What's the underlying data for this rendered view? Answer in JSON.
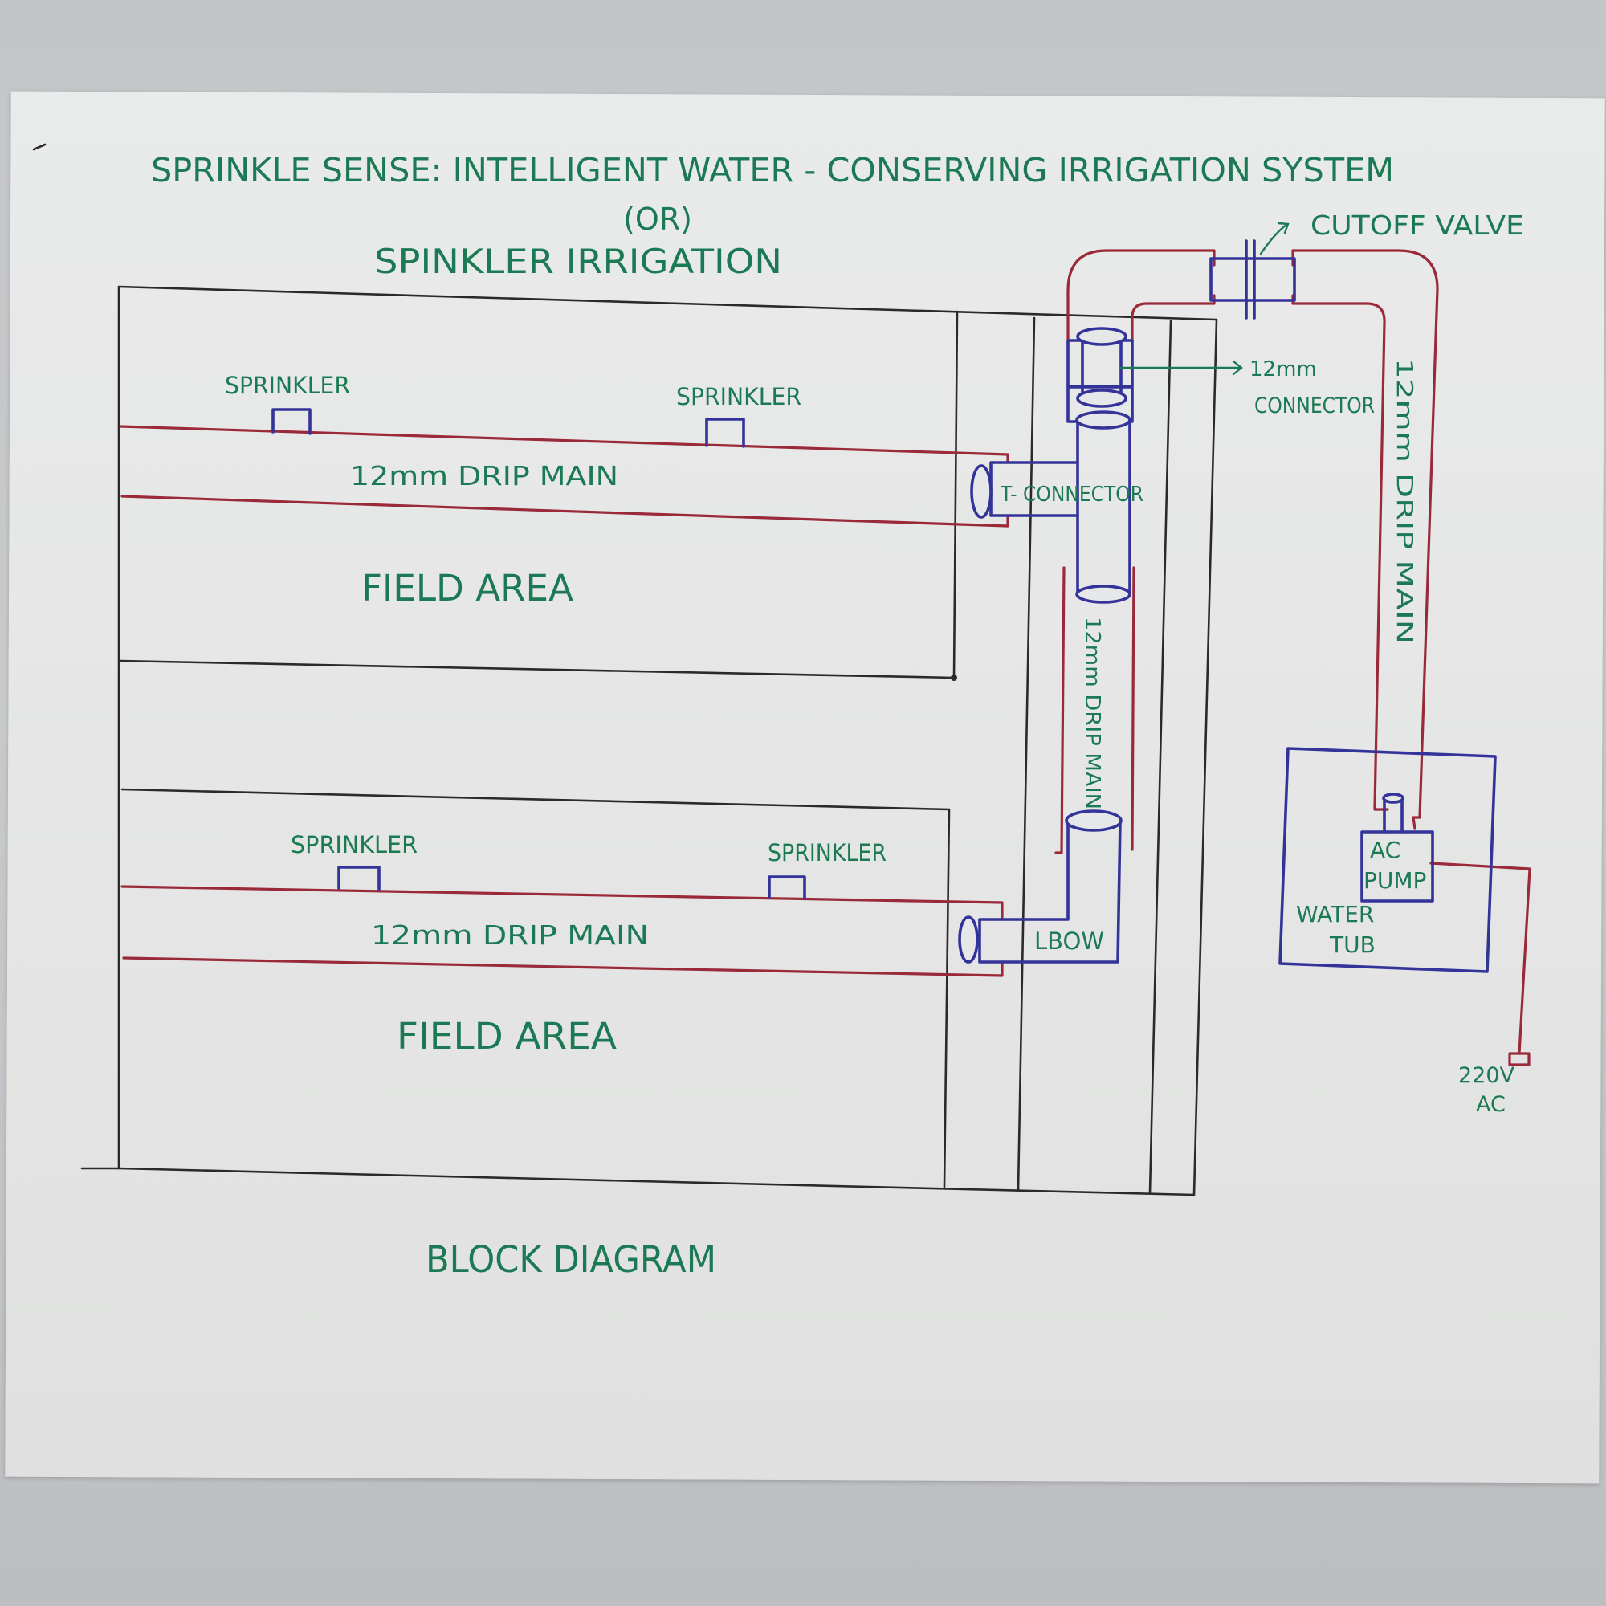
{
  "diagram": {
    "title_line1": "SPRINKLE SENSE: INTELLIGENT WATER - CONSERVING IRRIGATION SYSTEM",
    "title_line2": "(OR)",
    "title_line3": "SPINKLER IRRIGATION",
    "footer": "BLOCK DIAGRAM",
    "labels": {
      "cutoff_valve": "CUTOFF VALVE",
      "connector_size": "12mm",
      "connector": "CONNECTOR",
      "t_connector": "T- CONNECTOR",
      "elbow": "LBOW",
      "ac_pump_1": "AC",
      "ac_pump_2": "PUMP",
      "water_tub_1": "WATER",
      "water_tub_2": "TUB",
      "power_1": "220V",
      "power_2": "AC",
      "vertical_main_mid": "12mm DRIP MAIN",
      "vertical_main_right": "12mm DRIP MAIN"
    },
    "fields": [
      {
        "sprinkler_left": "SPRINKLER",
        "sprinkler_right": "SPRINKLER",
        "drip_main": "12mm  DRIP  MAIN",
        "area": "FIELD  AREA"
      },
      {
        "sprinkler_left": "SPRINKLER",
        "sprinkler_right": "SPRINKLER",
        "drip_main": "12mm  DRIP  MAIN",
        "area": "FIELD  AREA"
      }
    ],
    "colors": {
      "ink_text": "#1b7a55",
      "pipe_red": "#9a2a3a",
      "fitting_blue": "#333399",
      "outline_black": "#2a2a2a",
      "paper": "#e6e7e6"
    }
  }
}
